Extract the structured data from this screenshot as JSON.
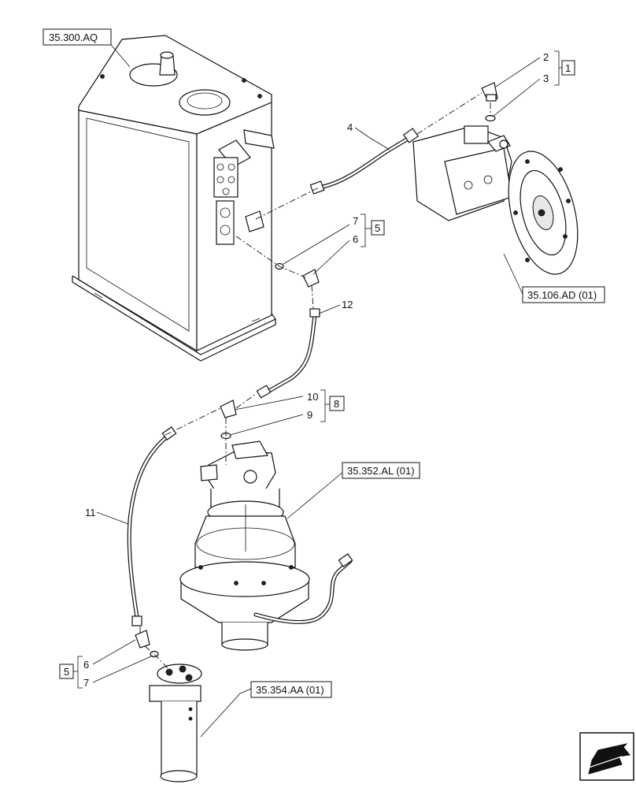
{
  "references": {
    "tank": "35.300.AQ",
    "pump": "35.106.AD (01)",
    "swing_motor": "35.352.AL (01)",
    "swivel": "35.354.AA (01)"
  },
  "callouts": {
    "c1": "1",
    "c2": "2",
    "c3": "3",
    "c4": "4",
    "c5a": "5",
    "c6a": "6",
    "c7a": "7",
    "c8": "8",
    "c9": "9",
    "c10": "10",
    "c11": "11",
    "c12": "12",
    "c5b": "5",
    "c6b": "6",
    "c7b": "7"
  },
  "nav_icon": "forward-arrow-icon"
}
